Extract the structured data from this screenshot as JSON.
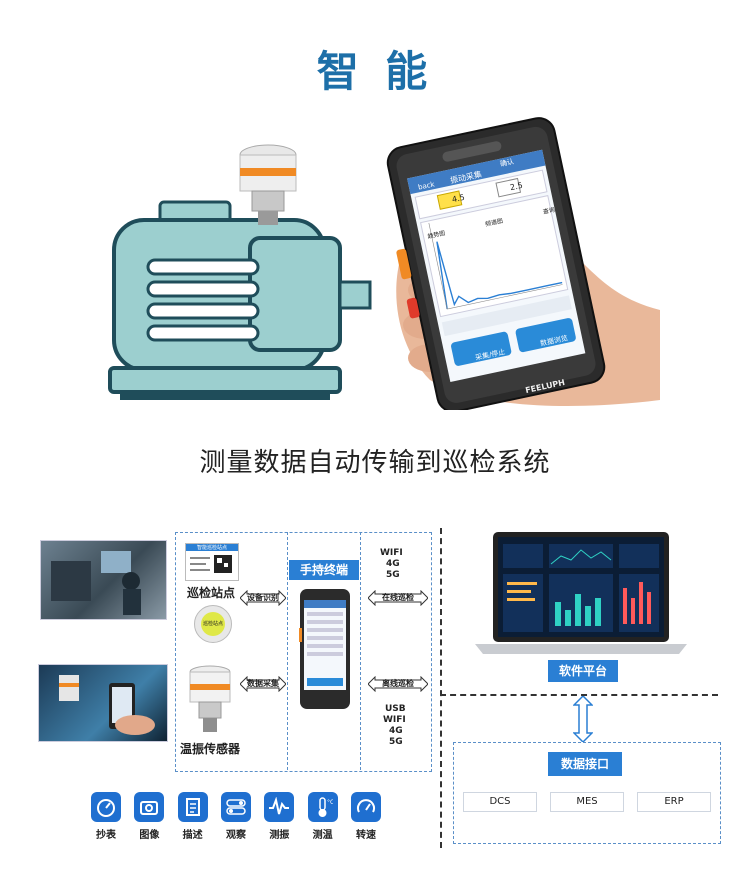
{
  "page": {
    "title": "智 能",
    "subtitle": "测量数据自动传输到巡检系统"
  },
  "hero": {
    "device_brand": "FEELUPH",
    "screen_title": "振动采集",
    "screen_back": "back",
    "screen_menu": "确认",
    "screen_value_1": "4.5",
    "screen_value_2": "2.5",
    "screen_tabs": [
      "趋势图",
      "频谱图",
      "查询"
    ],
    "btn_collect": "采集/停止",
    "btn_save": "数据浏览"
  },
  "diagram": {
    "station_label": "巡检站点",
    "sensor_label": "温振传感器",
    "terminal_label": "手持终端",
    "qr_caption": "智能巡检站点",
    "nfc_caption": "巡检站点",
    "device_identify": "设备识别",
    "data_collect": "数据采集",
    "online_top": "WIFI",
    "online_4g": "4G",
    "online_5g": "5G",
    "online_patrol": "在线巡检",
    "offline_patrol": "离线巡检",
    "offline_usb": "USB",
    "offline_wifi": "WIFI",
    "offline_4g": "4G",
    "offline_5g": "5G",
    "software_platform": "软件平台",
    "data_interface": "数据接口",
    "interfaces": [
      "DCS",
      "MES",
      "ERP"
    ]
  },
  "icons": [
    {
      "name": "gauge-icon",
      "label": "抄表"
    },
    {
      "name": "camera-icon",
      "label": "图像"
    },
    {
      "name": "document-icon",
      "label": "描述"
    },
    {
      "name": "toggle-icon",
      "label": "观察"
    },
    {
      "name": "waveform-icon",
      "label": "测振"
    },
    {
      "name": "thermometer-icon",
      "label": "测温"
    },
    {
      "name": "speedometer-icon",
      "label": "转速"
    }
  ],
  "colors": {
    "title": "#1d6fa8",
    "accent_blue": "#2a7fd4",
    "motor_fill": "#9ccfcf",
    "motor_stroke": "#1f4d5a",
    "sensor_orange": "#f08a24"
  }
}
